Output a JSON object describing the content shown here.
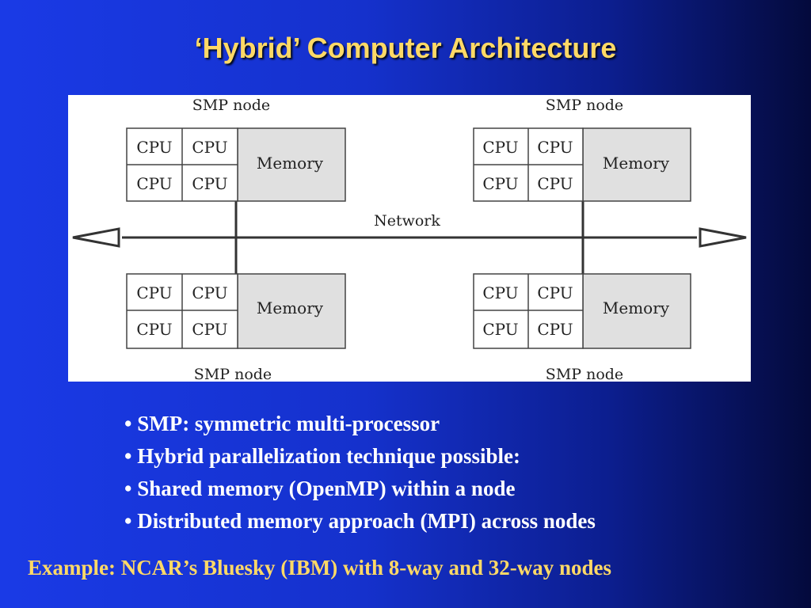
{
  "slide": {
    "title": "‘Hybrid’ Computer Architecture",
    "bullets": [
      "SMP: symmetric multi-processor",
      "Hybrid parallelization technique possible:",
      "Shared memory (OpenMP) within a node",
      "Distributed memory approach (MPI) across nodes"
    ],
    "example": "Example: NCAR’s Bluesky (IBM) with 8-way and 32-way nodes"
  },
  "diagram": {
    "network_label": "Network",
    "nodes": [
      {
        "label": "SMP node",
        "cpus": [
          "CPU",
          "CPU",
          "CPU",
          "CPU"
        ],
        "memory": "Memory"
      },
      {
        "label": "SMP node",
        "cpus": [
          "CPU",
          "CPU",
          "CPU",
          "CPU"
        ],
        "memory": "Memory"
      },
      {
        "label": "SMP node",
        "cpus": [
          "CPU",
          "CPU",
          "CPU",
          "CPU"
        ],
        "memory": "Memory"
      },
      {
        "label": "SMP node",
        "cpus": [
          "CPU",
          "CPU",
          "CPU",
          "CPU"
        ],
        "memory": "Memory"
      }
    ]
  },
  "colors": {
    "title": "#ffd966",
    "bullet_text": "#ffffff",
    "memory_fill": "#e0e0e0",
    "diagram_line": "#333333"
  }
}
